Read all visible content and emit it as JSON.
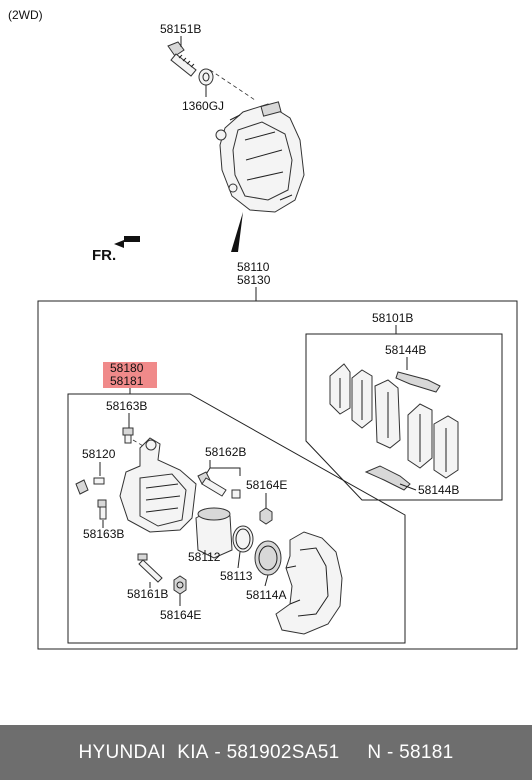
{
  "variant": "(2WD)",
  "direction_label": "FR.",
  "labels": {
    "bolt": "58151B",
    "washer": "1360GJ",
    "caliper_assy_1": "58110",
    "caliper_assy_2": "58130",
    "pad_kit": "58101B",
    "highlight_1": "58180",
    "highlight_2": "58181",
    "guide_bolt_top": "58163B",
    "bleeder": "58120",
    "guide_bolt_bottom": "58163B",
    "pin_boot": "58162B",
    "cap_right": "58164E",
    "piston": "58112",
    "piston_seal": "58113",
    "piston_boot": "58114A",
    "guide_pin": "58161B",
    "cap_bottom": "58164E",
    "shim_top": "58144B",
    "shim_bottom": "58144B"
  },
  "highlight_color": "#f08a8a",
  "footer": {
    "brand": "HYUNDAI  KIA",
    "sep1": " - ",
    "part_number": "581902SA51",
    "gap": "     ",
    "n_prefix": "N - ",
    "n_value": "58181"
  }
}
